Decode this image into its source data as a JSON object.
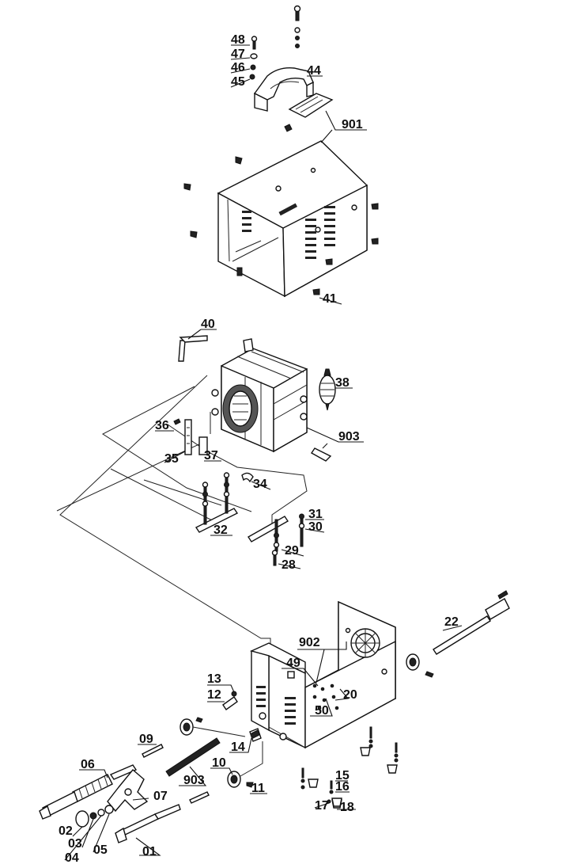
{
  "labels": {
    "l48": "48",
    "l47": "47",
    "l46": "46",
    "l45": "45",
    "l44": "44",
    "l901": "901",
    "l41": "41",
    "l40": "40",
    "l38": "38",
    "l36": "36",
    "l35": "35",
    "l37": "37",
    "l903a": "903",
    "l34": "34",
    "l32": "32",
    "l31": "31",
    "l30": "30",
    "l29": "29",
    "l28": "28",
    "l22": "22",
    "l902": "902",
    "l49": "49",
    "l20": "20",
    "l50": "50",
    "l13": "13",
    "l12": "12",
    "l09": "09",
    "l14": "14",
    "l10": "10",
    "l06": "06",
    "l903b": "903",
    "l11": "11",
    "l07": "07",
    "l15": "15",
    "l16": "16",
    "l17": "17",
    "l18": "18",
    "l02": "02",
    "l03": "03",
    "l04": "04",
    "l05": "05",
    "l01": "01"
  }
}
